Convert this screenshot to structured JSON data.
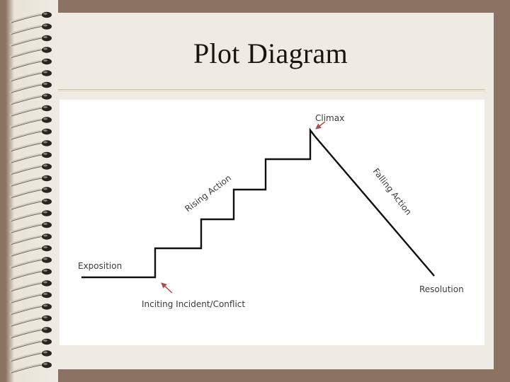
{
  "title": "Plot Diagram",
  "labels": {
    "exposition": "Exposition",
    "inciting": "Inciting Incident/Conflict",
    "rising": "Rising Action",
    "climax": "Climax",
    "falling": "Falling Action",
    "resolution": "Resolution"
  },
  "colors": {
    "background": "#8c7262",
    "paper": "#efebe3",
    "plot_line": "#000000",
    "arrow": "#b14a48"
  },
  "icons": [
    "spiral-binding-icon"
  ]
}
